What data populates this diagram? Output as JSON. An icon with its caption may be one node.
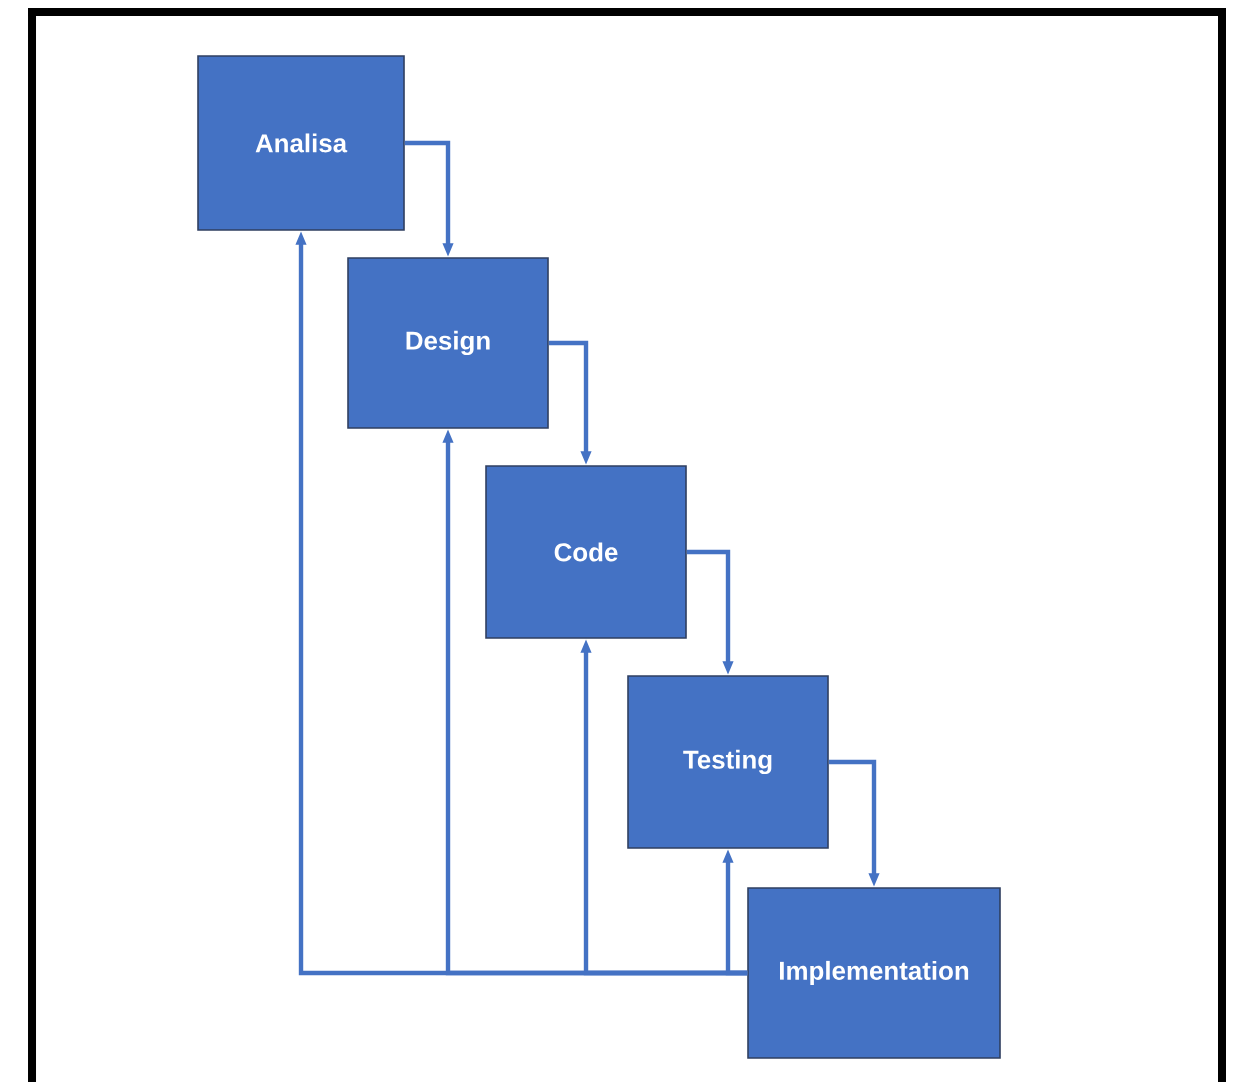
{
  "diagram": {
    "nodes": [
      {
        "text": [
          "Analisa"
        ]
      },
      {
        "text": [
          "Design"
        ]
      },
      {
        "text": [
          "Code"
        ]
      },
      {
        "text": [
          "Testing"
        ]
      },
      {
        "text": [
          "Implementation"
        ]
      }
    ],
    "edges": [
      {
        "from": 0,
        "to": 1,
        "arrow": "to"
      },
      {
        "from": 1,
        "to": 2,
        "arrow": "to"
      },
      {
        "from": 2,
        "to": 3,
        "arrow": "to"
      },
      {
        "from": 3,
        "to": 4,
        "arrow": "to"
      },
      {
        "from": 4,
        "to": 0,
        "arrow": "to"
      },
      {
        "from": 4,
        "to": 1,
        "arrow": "to"
      },
      {
        "from": 4,
        "to": 2,
        "arrow": "to"
      },
      {
        "from": 4,
        "to": 3,
        "arrow": "to"
      }
    ]
  }
}
